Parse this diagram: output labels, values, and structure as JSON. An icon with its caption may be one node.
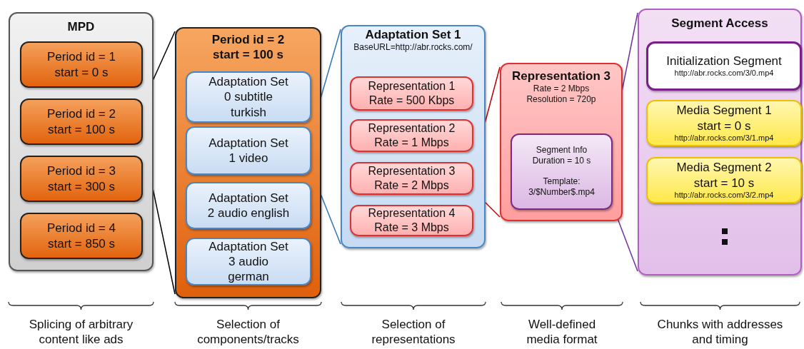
{
  "diagram": {
    "nodes": [
      {
        "text": [
          "MPD"
        ]
      },
      {
        "text": [
          "Period id = 1 start = 0 s"
        ],
        "in": 0
      },
      {
        "text": [
          "Period id = 2 start = 100 s"
        ],
        "in": 0
      },
      {
        "text": [
          "Period id = 3 start = 300 s"
        ],
        "in": 0
      },
      {
        "text": [
          "Period id = 4 start = 850 s"
        ],
        "in": 0
      },
      {
        "text": [
          "Period id = 2 start = 100 s"
        ]
      },
      {
        "text": [
          "Adaptation Set 0 subtitle turkish"
        ],
        "in": 5
      },
      {
        "text": [
          "Adaptation Set 1 video"
        ],
        "in": 5
      },
      {
        "text": [
          "Adaptation Set 2 audio english"
        ],
        "in": 5
      },
      {
        "text": [
          "Adaptation Set 3 audio german"
        ],
        "in": 5
      },
      {
        "text": [
          "Adaptation Set 1",
          "BaseURL=http://abr.rocks.com/"
        ]
      },
      {
        "text": [
          "Representation 1 Rate = 500 Kbps"
        ],
        "in": 10
      },
      {
        "text": [
          "Representation 2 Rate = 1 Mbps"
        ],
        "in": 10
      },
      {
        "text": [
          "Representation 3 Rate = 2 Mbps"
        ],
        "in": 10
      },
      {
        "text": [
          "Representation 4 Rate = 3 Mbps"
        ],
        "in": 10
      },
      {
        "text": [
          "Representation 3",
          "Rate = 2 Mbps Resolution = 720p"
        ]
      },
      {
        "text": [
          "Segment Info Duration = 10 s",
          "Template: 3/$Number$.mp4"
        ],
        "in": 15
      },
      {
        "text": [
          "Segment Access"
        ]
      },
      {
        "text": [
          "Initialization Segment",
          "http://abr.rocks.com/3/0.mp4"
        ],
        "in": 17
      },
      {
        "text": [
          "Media Segment 1 start = 0 s",
          "http://abr.rocks.com/3/1.mp4"
        ],
        "in": 17
      },
      {
        "text": [
          "Media Segment 2 start = 10 s",
          "http://abr.rocks.com/3/2.mp4"
        ],
        "in": 17
      }
    ],
    "edges": [
      {
        "from": 2,
        "to": 5,
        "arrow": "none",
        "color": "#000000"
      },
      {
        "from": 2,
        "to": 5,
        "arrow": "none",
        "color": "#000000"
      },
      {
        "from": 7,
        "to": 10,
        "arrow": "none",
        "color": "#2e75b6"
      },
      {
        "from": 7,
        "to": 10,
        "arrow": "none",
        "color": "#2e75b6"
      },
      {
        "from": 13,
        "to": 15,
        "arrow": "none",
        "color": "#c00000"
      },
      {
        "from": 13,
        "to": 15,
        "arrow": "none",
        "color": "#c00000"
      },
      {
        "from": 16,
        "to": 17,
        "arrow": "none",
        "color": "#7030a0"
      },
      {
        "from": 16,
        "to": 17,
        "arrow": "none",
        "color": "#7030a0"
      }
    ],
    "labels": [
      "Splicing of arbitrary content like ads",
      "Selection of components/tracks",
      "Selection of representations",
      "Well-defined media format",
      "Chunks with addresses and timing"
    ]
  }
}
